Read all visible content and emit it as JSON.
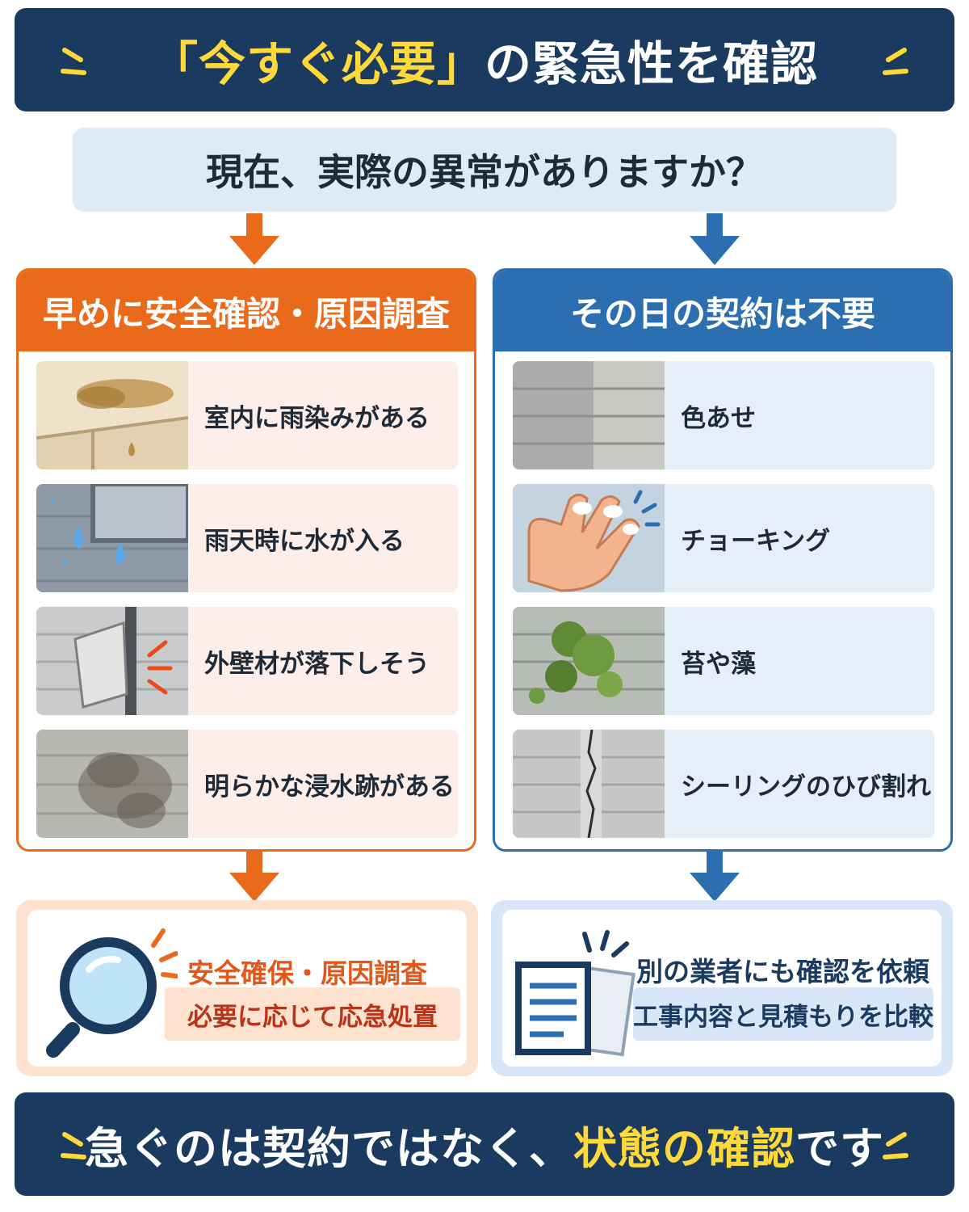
{
  "header": {
    "title_quote": "「今すぐ必要」",
    "title_rest": "の緊急性を確認"
  },
  "question": "現在、実際の異常がありますか？",
  "left_column": {
    "heading": "早めに安全確認・原因調査",
    "items": [
      {
        "label": "室内に雨染みがある",
        "icon": "ceiling-stain"
      },
      {
        "label": "雨天時に水が入る",
        "icon": "window-leak"
      },
      {
        "label": "外壁材が落下しそう",
        "icon": "falling-panel"
      },
      {
        "label": "明らかな浸水跡がある",
        "icon": "water-stain"
      }
    ],
    "result": {
      "line1": "安全確保・原因調査",
      "line2": "必要に応じて応急処置",
      "icon": "magnifier-icon"
    }
  },
  "right_column": {
    "heading": "その日の契約は不要",
    "items": [
      {
        "label": "色あせ",
        "icon": "faded-siding"
      },
      {
        "label": "チョーキング",
        "icon": "chalking-hand"
      },
      {
        "label": "苔や藻",
        "icon": "moss-wall"
      },
      {
        "label": "シーリングのひび割れ",
        "icon": "cracked-sealant"
      }
    ],
    "result": {
      "line1": "別の業者にも確認を依頼",
      "line2": "工事内容と見積もりを比較",
      "icon": "documents-icon"
    }
  },
  "footer": {
    "text_before": "急ぐのは契約ではなく、",
    "highlight": "状態の確認",
    "text_after": "です"
  },
  "colors": {
    "navy": "#1b3a5f",
    "orange": "#ea6a1c",
    "blue": "#2c6fb1",
    "yellow": "#ffd83a",
    "light_blue": "#ddeaf8"
  }
}
